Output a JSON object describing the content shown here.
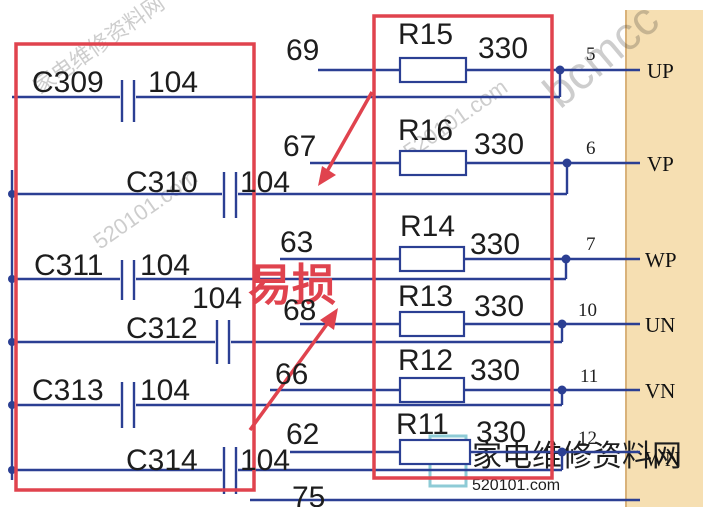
{
  "warning_label": "易损",
  "caps": [
    {
      "ref": "C309",
      "value": "104"
    },
    {
      "ref": "C310",
      "value": "104"
    },
    {
      "ref": "C311",
      "value": "104"
    },
    {
      "ref": "C312",
      "value": "104"
    },
    {
      "ref": "C313",
      "value": "104"
    },
    {
      "ref": "C314",
      "value": "104"
    }
  ],
  "resistors": [
    {
      "ref": "R15",
      "value": "330",
      "net": "69",
      "pin": "5",
      "signal": "UP"
    },
    {
      "ref": "R16",
      "value": "330",
      "net": "67",
      "pin": "6",
      "signal": "VP"
    },
    {
      "ref": "R14",
      "value": "330",
      "net": "63",
      "pin": "7",
      "signal": "WP"
    },
    {
      "ref": "R13",
      "value": "330",
      "net": "68",
      "pin": "10",
      "signal": "UN"
    },
    {
      "ref": "R12",
      "value": "330",
      "net": "66",
      "pin": "11",
      "signal": "VN"
    },
    {
      "ref": "R11",
      "value": "330",
      "net": "62",
      "pin": "12",
      "signal": "WN"
    }
  ],
  "bottom_net": "75",
  "watermarks": {
    "cn": "家电维修资料网",
    "url": "520101.com",
    "brand": "bcmcc"
  },
  "colors": {
    "wire": "#2b3f93",
    "highlight": "#e0434e",
    "connector": "#f3d9a8"
  }
}
